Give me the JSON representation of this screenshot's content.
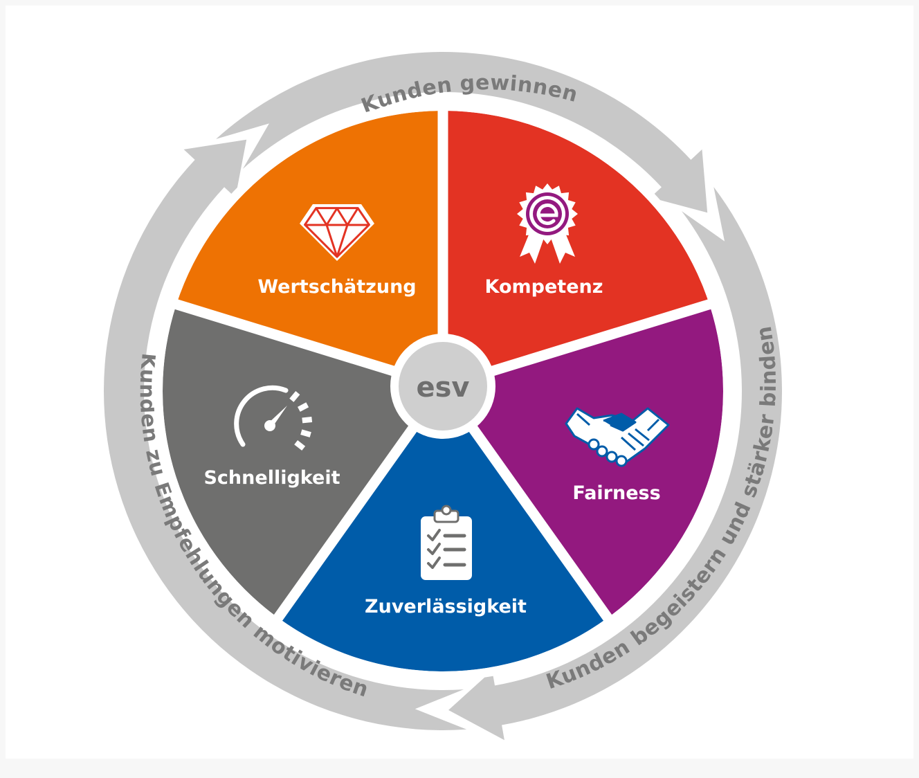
{
  "center": {
    "label": "esv"
  },
  "segments": [
    {
      "id": "wertschaetzung",
      "label": "Wertschätzung",
      "color": "#e33323",
      "icon": "diamond-icon"
    },
    {
      "id": "kompetenz",
      "label": "Kompetenz",
      "color": "#93197f",
      "icon": "award-badge-icon"
    },
    {
      "id": "fairness",
      "label": "Fairness",
      "color": "#005ca9",
      "icon": "handshake-icon"
    },
    {
      "id": "zuverlaessigkeit",
      "label": "Zuverlässigkeit",
      "color": "#6f6f6e",
      "icon": "clipboard-checklist-icon"
    },
    {
      "id": "schnelligkeit",
      "label": "Schnelligkeit",
      "color": "#ee7203",
      "icon": "speedometer-icon"
    }
  ],
  "cycle": {
    "top": "Kunden gewinnen",
    "right": "Kunden begeistern und stärker binden",
    "left": "Kunden zu Empfehlungen motivieren",
    "arrow_color": "#c8c8c8",
    "text_color": "#7a7a7a"
  }
}
